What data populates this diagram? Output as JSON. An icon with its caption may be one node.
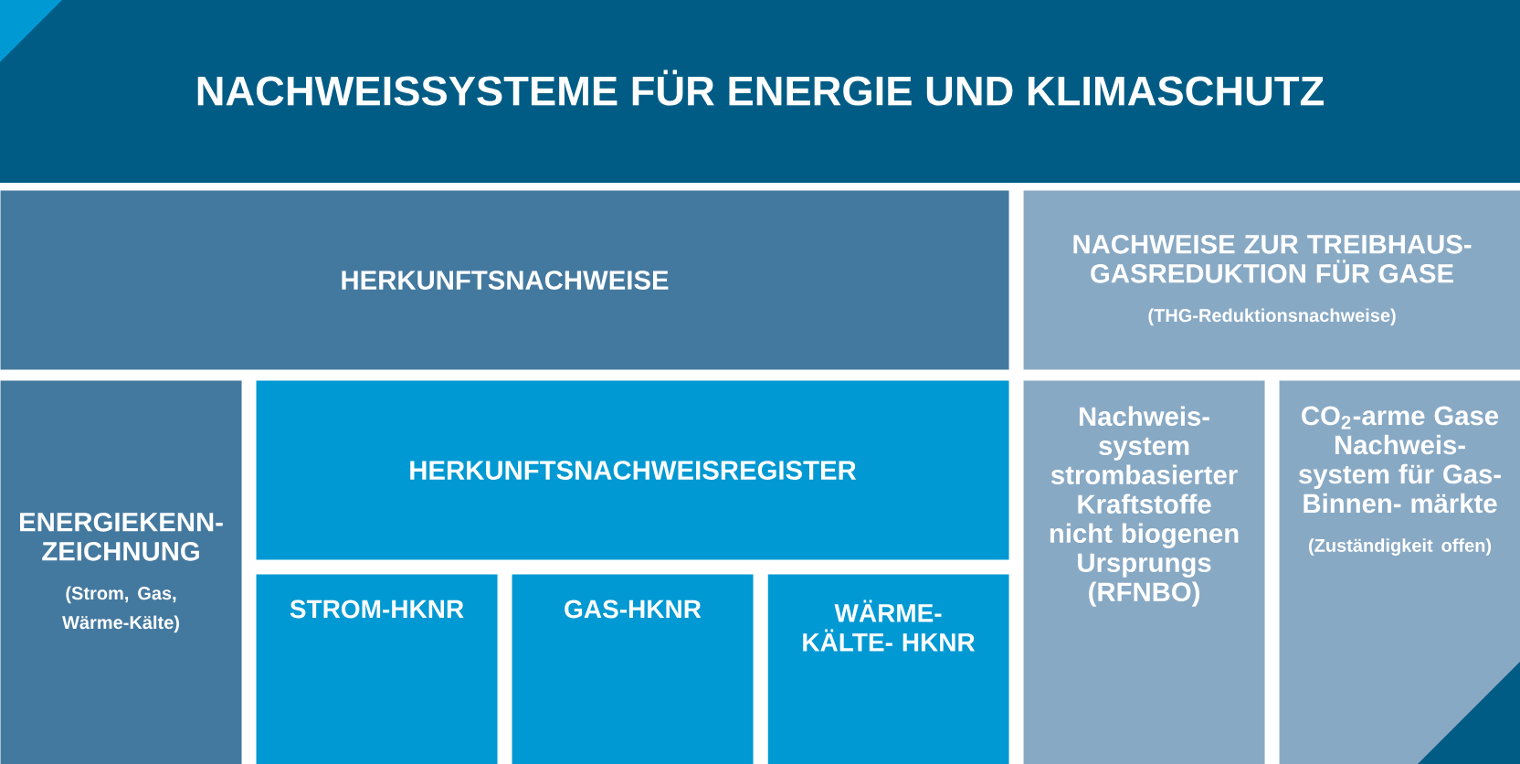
{
  "diagram": {
    "title": "NACHWEISSYSTEME FÜR ENERGIE UND KLIMASCHUTZ",
    "nodes": [
      {
        "text": [
          "HERKUNFTSNACHWEISE"
        ]
      },
      {
        "text": [
          "NACHWEISE ZUR TREIBHAUS- GASREDUKTION FÜR GASE",
          "(THG-Reduktionsnachweise)"
        ]
      },
      {
        "text": [
          "ENERGIEKENN- ZEICHNUNG",
          "(Strom, Gas, Wärme-Kälte)"
        ]
      },
      {
        "text": [
          "HERKUNFTSNACHWEISREGISTER"
        ]
      },
      {
        "text": [
          "STROM-HKNR"
        ]
      },
      {
        "text": [
          "GAS-HKNR"
        ]
      },
      {
        "text": [
          "WÄRME-KÄLTE- HKNR"
        ]
      },
      {
        "text": [
          "Nachweis- system strombasierter Kraftstoffe nicht biogenen Ursprungs (RFNBO)"
        ]
      },
      {
        "text": [
          "CO$_{2}$-arme Gase Nachweis- system für Gas-Binnen- märkte",
          "(Zuständigkeit offen)"
        ]
      }
    ]
  }
}
